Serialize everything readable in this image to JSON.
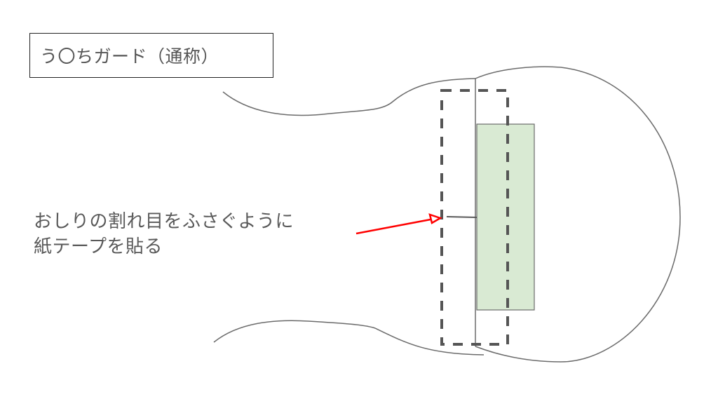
{
  "diagram": {
    "title": "う〇ちガード（通称）",
    "note": {
      "line1": "おしりの割れ目をふさぐように",
      "line2": "紙テープを貼る"
    },
    "elements": {
      "body_outline": {
        "stroke": "#6b6b6b"
      },
      "dashed_frame": {
        "stroke": "#555555",
        "dash": "dashed"
      },
      "tape": {
        "fill": "#d9ead3",
        "stroke": "#6b6b6b"
      },
      "arrow": {
        "color": "#ff0000"
      },
      "connector": {
        "stroke": "#595959"
      }
    }
  }
}
